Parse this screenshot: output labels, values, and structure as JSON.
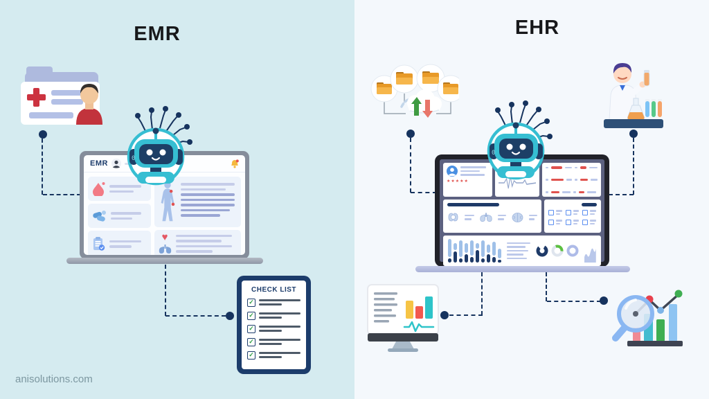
{
  "watermark": "anisolutions.com",
  "left": {
    "title": "EMR",
    "screen_app_label": "EMR",
    "checklist_title": "CHECK LIST",
    "checklist_item_count": 5
  },
  "right": {
    "title": "EHR",
    "patient_rating": "★★★★★"
  },
  "icons": {
    "check": "✓",
    "heart": "♥"
  },
  "colors": {
    "left_bg": "#d5ebf0",
    "right_bg": "#f4f8fc",
    "navy": "#16335e",
    "teal": "#36bed2",
    "red": "#e0525d",
    "green": "#3f9b42",
    "folder_orange": "#f3a93e",
    "periwinkle": "#aebade",
    "monitor_bar_yellow": "#f6c445",
    "monitor_bar_red": "#f2594f",
    "monitor_bar_teal": "#2fc4c9"
  }
}
